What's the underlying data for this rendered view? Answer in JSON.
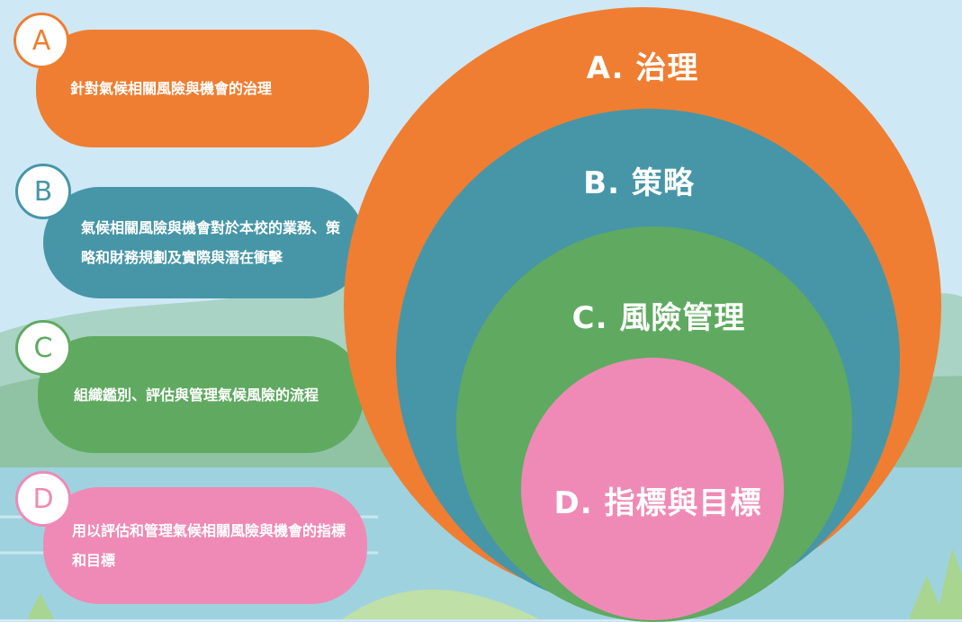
{
  "colors": {
    "governance": "#ef7e32",
    "strategy": "#4696a8",
    "risk_management": "#5faa60",
    "metrics_targets": "#ef8ab6"
  },
  "cards": [
    {
      "badge": "A",
      "text": "針對氣候相關風險與機會的治理"
    },
    {
      "badge": "B",
      "text": "氣候相關風險與機會對於本校的業務、策略和財務規劃及實際與潛在衝擊"
    },
    {
      "badge": "C",
      "text": "組織鑑別、評估與管理氣候風險的流程"
    },
    {
      "badge": "D",
      "text": "用以評估和管理氣候相關風險與機會的指標和目標"
    }
  ],
  "circles": [
    {
      "label": "A. 治理"
    },
    {
      "label": "B. 策略"
    },
    {
      "label": "C. 風險管理"
    },
    {
      "label": "D. 指標與目標"
    }
  ]
}
